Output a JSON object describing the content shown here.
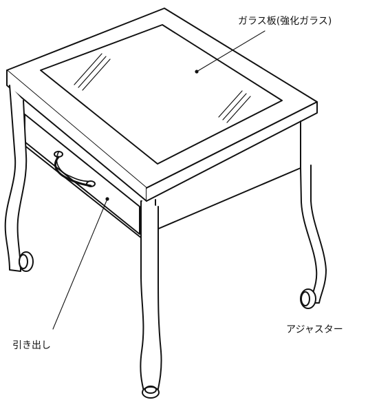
{
  "callouts": {
    "glass": "ガラス板(強化ガラス)",
    "drawer": "引き出し",
    "adjuster": "アジャスター"
  },
  "colors": {
    "line": "#111111",
    "background": "#ffffff"
  }
}
